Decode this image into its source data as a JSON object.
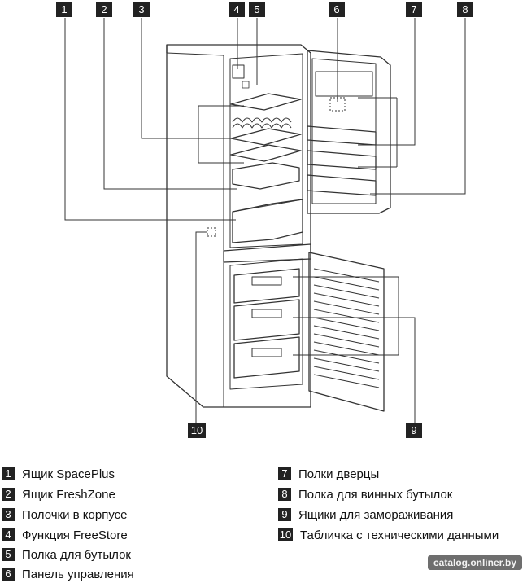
{
  "callouts": [
    "1",
    "2",
    "3",
    "4",
    "5",
    "6",
    "7",
    "8",
    "9",
    "10"
  ],
  "legend": [
    {
      "num": "1",
      "text": "Ящик SpacePlus"
    },
    {
      "num": "2",
      "text": "Ящик FreshZone"
    },
    {
      "num": "3",
      "text": "Полочки в корпусе"
    },
    {
      "num": "4",
      "text": "Функция FreeStore"
    },
    {
      "num": "5",
      "text": "Полка для бутылок"
    },
    {
      "num": "6",
      "text": "Панель управления"
    },
    {
      "num": "7",
      "text": "Полки дверцы"
    },
    {
      "num": "8",
      "text": "Полка для винных бутылок"
    },
    {
      "num": "9",
      "text": "Ящики для замораживания"
    },
    {
      "num": "10",
      "text": "Табличка с техническими данными"
    }
  ],
  "watermark": "catalog.onliner.by"
}
